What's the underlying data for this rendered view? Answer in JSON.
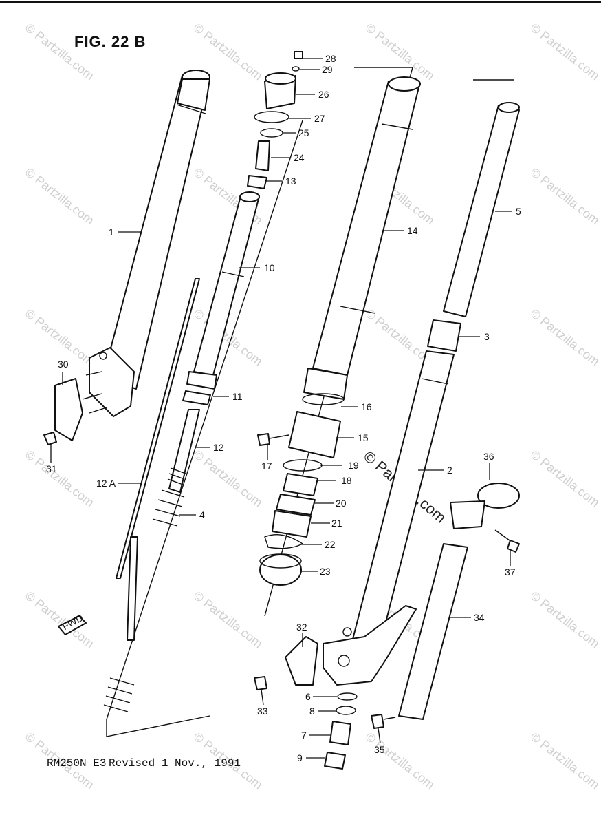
{
  "figure_title": "FIG. 22 B",
  "footer": {
    "model": "RM250N E3",
    "revision": "Revised 1 Nov., 1991"
  },
  "watermark_text": "© Partzilla.com",
  "callouts": {
    "c1": "1",
    "c2": "2",
    "c3": "3",
    "c4": "4",
    "c5": "5",
    "c6": "6",
    "c7": "7",
    "c8": "8",
    "c9": "9",
    "c10": "10",
    "c11": "11",
    "c12": "12",
    "c12a": "12 A",
    "c13": "13",
    "c14": "14",
    "c15": "15",
    "c16": "16",
    "c17": "17",
    "c18": "18",
    "c19": "19",
    "c20": "20",
    "c21": "21",
    "c22": "22",
    "c23": "23",
    "c24": "24",
    "c25": "25",
    "c26": "26",
    "c27": "27",
    "c28": "28",
    "c29": "29",
    "c30": "30",
    "c31": "31",
    "c32": "32",
    "c33": "33",
    "c34": "34",
    "c35": "35",
    "c36": "36",
    "c37": "37"
  },
  "fwd_label": "FWD"
}
